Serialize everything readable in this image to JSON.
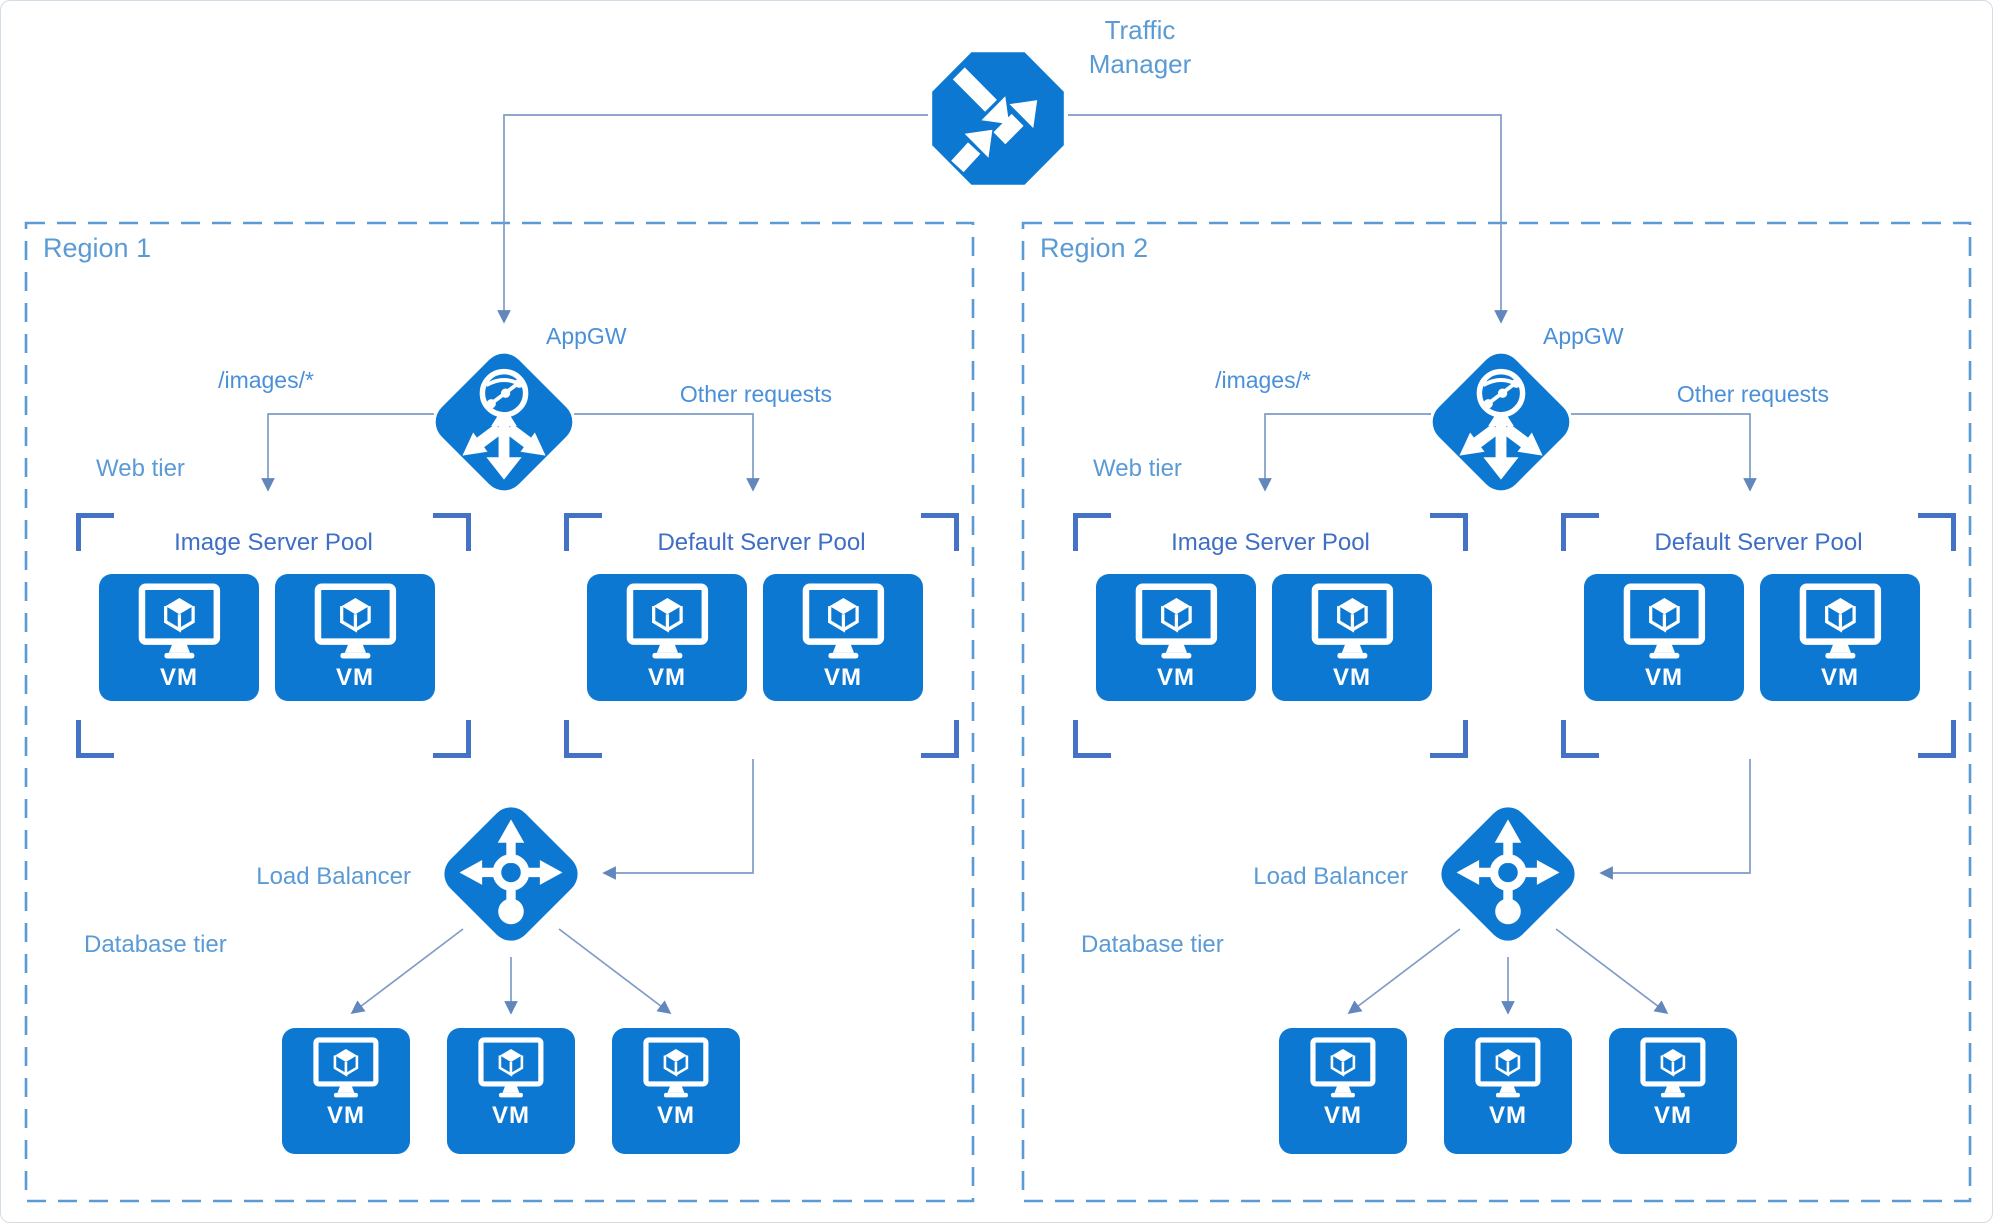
{
  "colors": {
    "icon_blue": "#0d78d2",
    "label_light": "#5b9bd5",
    "label_route": "#4a90d9",
    "label_dark": "#3f6ec5",
    "bracket": "#4472c4",
    "connector": "#7f9cc6",
    "arrowhead": "#6287bd",
    "region_border": "#5b9bd5"
  },
  "traffic_manager": {
    "label": "Traffic Manager",
    "label_lines": [
      "Traffic",
      "Manager"
    ]
  },
  "regions": [
    {
      "title": "Region 1",
      "appgw_label": "AppGW",
      "images_route_label": "/images/*",
      "other_route_label": "Other requests",
      "web_tier_label": "Web tier",
      "database_tier_label": "Database tier",
      "load_balancer_label": "Load Balancer",
      "image_pool": {
        "label": "Image Server Pool",
        "vms": [
          "VM",
          "VM"
        ]
      },
      "default_pool": {
        "label": "Default Server Pool",
        "vms": [
          "VM",
          "VM"
        ]
      },
      "database_vms": [
        "VM",
        "VM",
        "VM"
      ]
    },
    {
      "title": "Region 2",
      "appgw_label": "AppGW",
      "images_route_label": "/images/*",
      "other_route_label": "Other requests",
      "web_tier_label": "Web tier",
      "database_tier_label": "Database tier",
      "load_balancer_label": "Load Balancer",
      "image_pool": {
        "label": "Image Server Pool",
        "vms": [
          "VM",
          "VM"
        ]
      },
      "default_pool": {
        "label": "Default Server Pool",
        "vms": [
          "VM",
          "VM"
        ]
      },
      "database_vms": [
        "VM",
        "VM",
        "VM"
      ]
    }
  ]
}
